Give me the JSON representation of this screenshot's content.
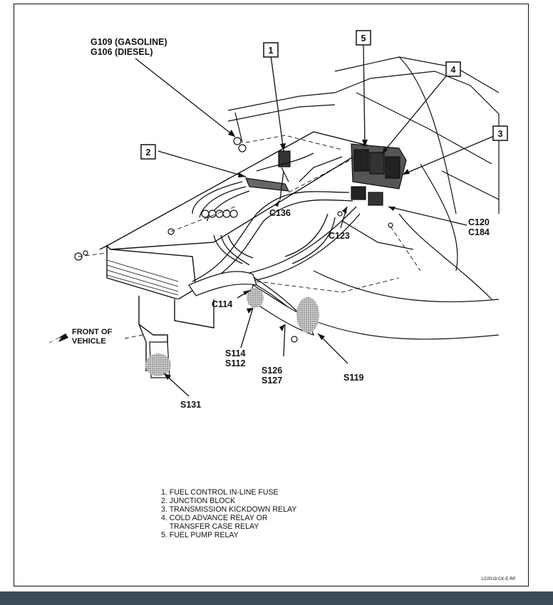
{
  "callouts": {
    "g109": "G109 (GASOLINE)",
    "g106": "G106 (DIESEL)",
    "c136": "C136",
    "c123": "C123",
    "c120": "C120",
    "c184": "C184",
    "c114": "C114",
    "s114": "S114",
    "s112": "S112",
    "s126": "S126",
    "s127": "S127",
    "s119": "S119",
    "s131": "S131",
    "front_1": "FRONT OF",
    "front_2": "VEHICLE"
  },
  "boxes": [
    "1",
    "2",
    "3",
    "4",
    "5"
  ],
  "legend": [
    "1. FUEL CONTROL IN-LINE FUSE",
    "2. JUNCTION BLOCK",
    "3. TRANSMISSION KICKDOWN RELAY",
    "4. COLD ADVANCE RELAY OR",
    "    TRANSFER CASE RELAY",
    "5. FUEL PUMP RELAY"
  ],
  "code": "LC0019-CK-E-RP"
}
